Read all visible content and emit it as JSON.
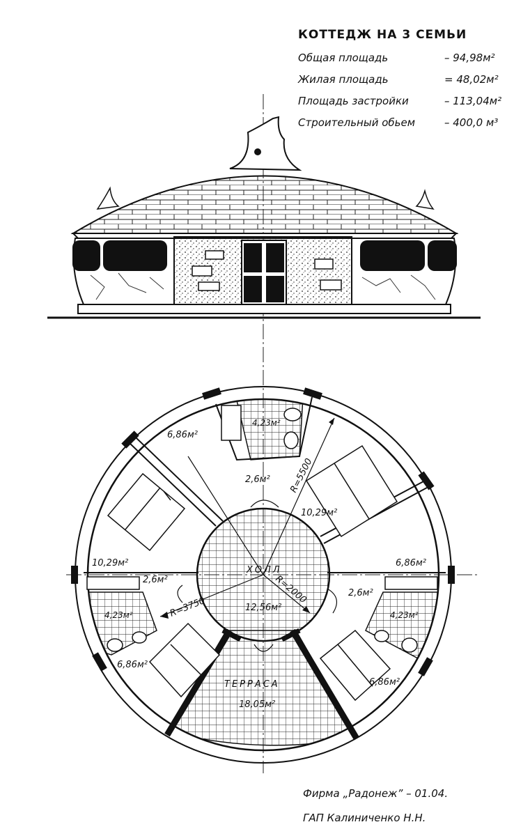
{
  "title": "КОТТЕДЖ НА 3 СЕМЬИ",
  "specs": [
    {
      "label": "Общая площадь",
      "value": "– 94,98м²"
    },
    {
      "label": "Жилая площадь",
      "value": "= 48,02м²"
    },
    {
      "label": "Площадь застройки",
      "value": "– 113,04м²"
    },
    {
      "label": "Строительный обьем",
      "value": "– 400,0 м³"
    }
  ],
  "plan": {
    "hall_label": "ХОЛЛ",
    "hall_area": "12,56м²",
    "terrace_label": "ТЕРРАСА",
    "terrace_area": "18,05м²",
    "radius_outer": "R=5500",
    "radius_mid": "R=3750",
    "radius_hall": "R=2000",
    "areas": {
      "room_nw": "6,86м²",
      "bath_top": "4,23м²",
      "corr_top": "2,6м²",
      "room_ne": "10,29м²",
      "room_w": "10,29м²",
      "room_e": "6,86м²",
      "corr_w": "2,6м²",
      "corr_e": "2,6м²",
      "bath_w": "4,23м²",
      "bath_e": "4,23м²",
      "room_sw": "6,86м²",
      "room_se": "6,86м²"
    }
  },
  "footer": {
    "firm": "Фирма „Радонеж” – 01.04.",
    "author": "ГАП Калиниченко Н.Н."
  }
}
